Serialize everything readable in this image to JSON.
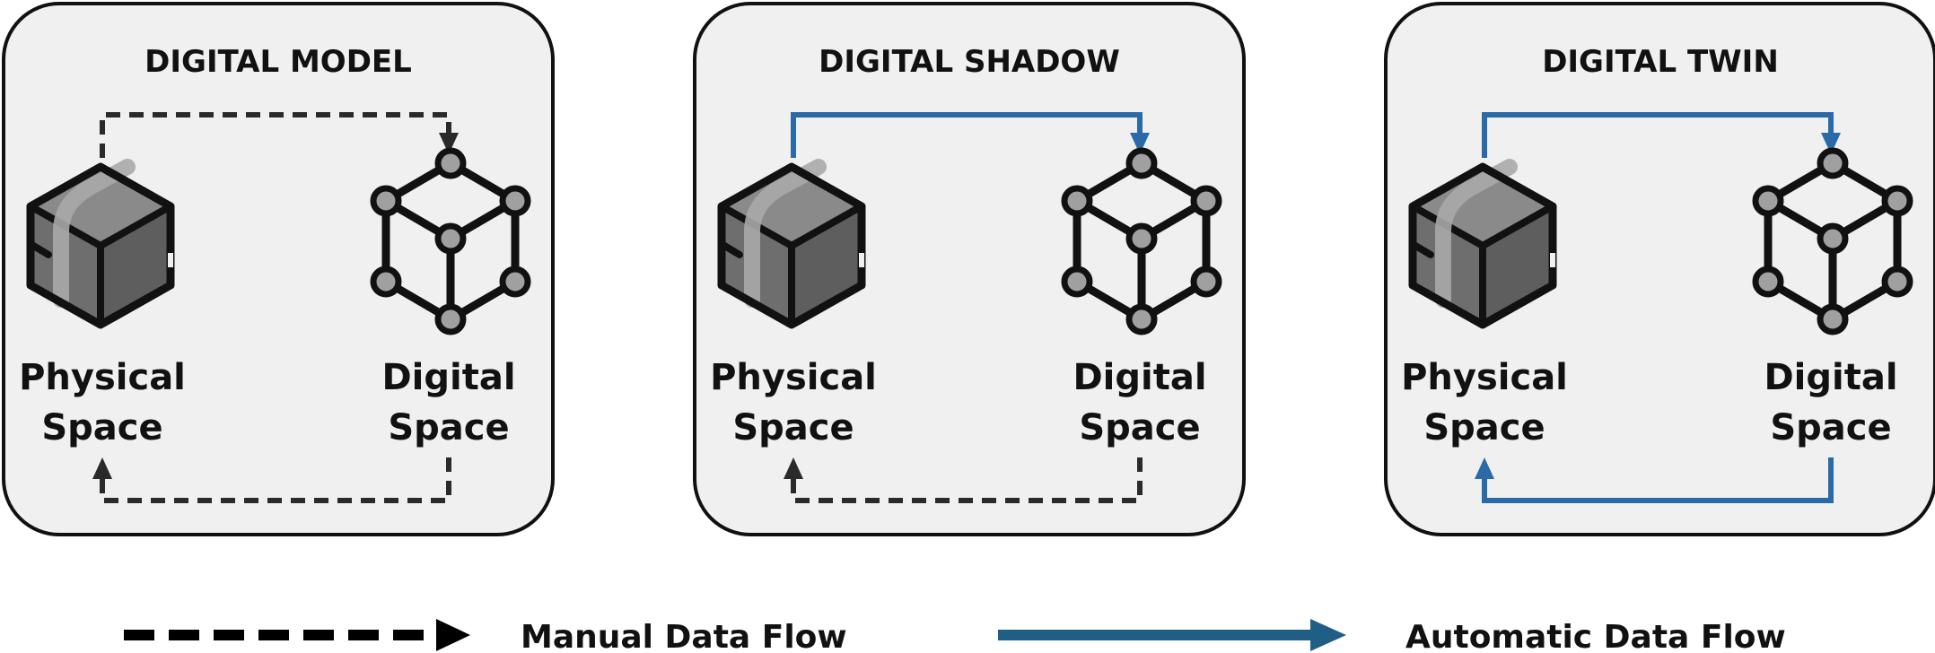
{
  "colors": {
    "panel_fill": "#f0f0f0",
    "panel_stroke": "#111111",
    "manual_flow": "#2a2a2a",
    "automatic_flow": "#2b6aa8",
    "legend_automatic": "#1f5f86",
    "cube_dark": "#6e6e6e",
    "cube_light": "#a8a8a8",
    "node_fill": "#a0a0a0"
  },
  "panels": [
    {
      "title": "DIGITAL MODEL",
      "physical_label": [
        "Physical",
        "Space"
      ],
      "digital_label": [
        "Digital",
        "Space"
      ],
      "forward_flow": "manual",
      "return_flow": "manual"
    },
    {
      "title": "DIGITAL SHADOW",
      "physical_label": [
        "Physical",
        "Space"
      ],
      "digital_label": [
        "Digital",
        "Space"
      ],
      "forward_flow": "automatic",
      "return_flow": "manual"
    },
    {
      "title": "DIGITAL TWIN",
      "physical_label": [
        "Physical",
        "Space"
      ],
      "digital_label": [
        "Digital",
        "Space"
      ],
      "forward_flow": "automatic",
      "return_flow": "automatic"
    }
  ],
  "legend": {
    "manual_label": "Manual Data Flow",
    "automatic_label": "Automatic Data Flow"
  },
  "icons": {
    "physical": "solid-cube-icon",
    "digital": "wireframe-cube-icon"
  }
}
